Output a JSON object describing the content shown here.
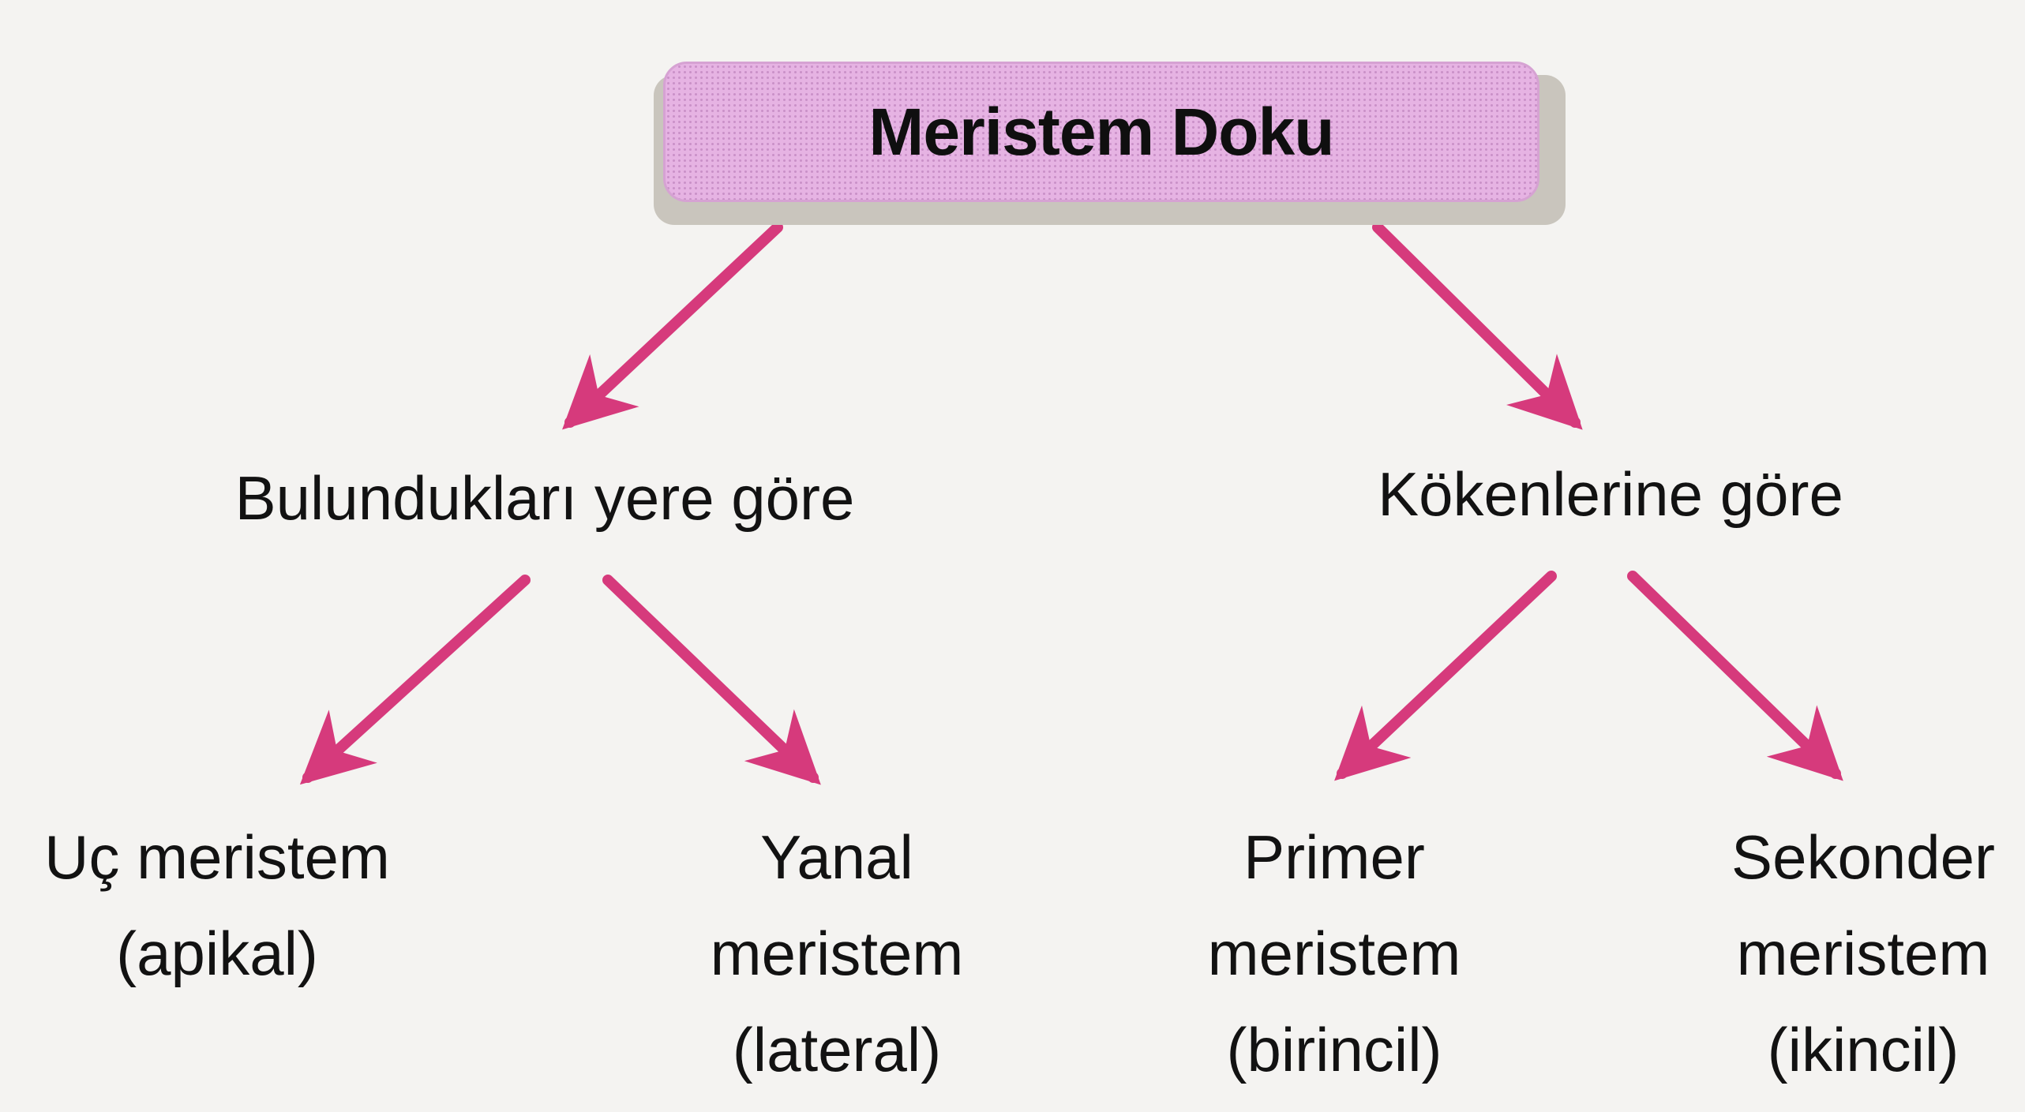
{
  "root": {
    "label": "Meristem Doku"
  },
  "branches": [
    {
      "label": "Bulundukları yere göre",
      "children": [
        {
          "lines": [
            "Uç meristem",
            "(apikal)"
          ]
        },
        {
          "lines": [
            "Yanal",
            "meristem",
            "(lateral)"
          ]
        }
      ]
    },
    {
      "label": "Kökenlerine göre",
      "children": [
        {
          "lines": [
            "Primer",
            "meristem",
            "(birincil)"
          ]
        },
        {
          "lines": [
            "Sekonder",
            "meristem",
            "(ikincil)"
          ]
        }
      ]
    }
  ],
  "colors": {
    "arrow": "#d63a7c",
    "box_fill": "#e6b3e3",
    "text": "#111111"
  }
}
